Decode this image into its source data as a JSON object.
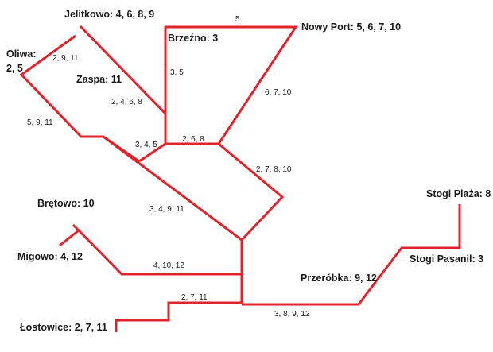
{
  "stops": {
    "jelitkowo": "Jelitkowo: 4, 6, 8, 9",
    "oliwa_1": "Oliwa:",
    "oliwa_2": "2, 5",
    "brzezno": "Brzeźno: 3",
    "nowy_port": "Nowy Port: 5, 6, 7, 10",
    "zaspa": "Zaspa: 11",
    "bretowo": "Brętowo: 10",
    "migowo": "Migowo: 4, 12",
    "stogi_plaza": "Stogi Plaża: 8",
    "stogi_pasanil": "Stogi Pasanil: 3",
    "przerobka": "Przeróbka: 9, 12",
    "lostowice": "Łostowice: 2, 7, 11"
  },
  "segments": {
    "top_5": "5",
    "oliwa_jelitkowo": "2, 9, 11",
    "brzezno_down": "3, 5",
    "nowyport_down": "6, 7, 10",
    "zaspa_diag": "2, 4, 6, 8",
    "oliwa_down": "5, 9, 11",
    "junction_left": "3, 4, 5",
    "junction_mid": "2, 6, 8",
    "east_diag": "2, 7, 8, 10",
    "south_diag": "3, 4, 9, 11",
    "migowo_line": "4, 10, 12",
    "lostowice_line": "2, 7, 11",
    "przerobka_line": "3, 8, 9, 12"
  },
  "colors": {
    "route": "#e2232c",
    "text": "#1a1a1a"
  }
}
